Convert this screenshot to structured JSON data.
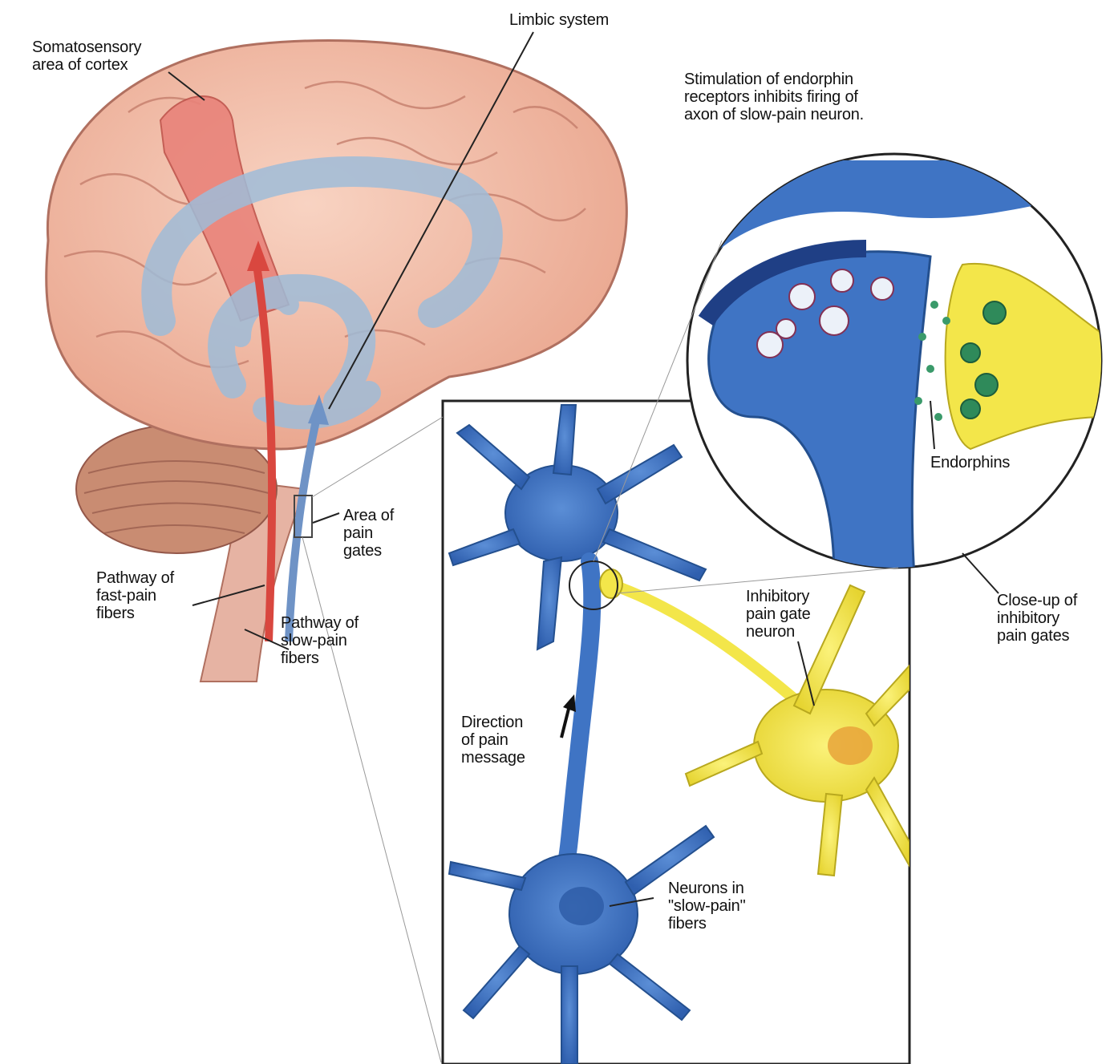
{
  "colors": {
    "brain": "#f0b9a3",
    "brain_outline": "#b07060",
    "cerebellum": "#c98c72",
    "limbic": "#9fbcd8",
    "somatosensory": "#e9837a",
    "fast_pathway": "#d9473f",
    "slow_pathway": "#6f93c6",
    "neuron_blue": "#3f74c4",
    "neuron_yellow": "#f3e64a",
    "endorphin": "#3a9a6a"
  },
  "labels": {
    "limbic_system": "Limbic system",
    "somatosensory": "Somatosensory\narea of cortex",
    "stimulation": "Stimulation of endorphin\nreceptors inhibits firing of\naxon of slow-pain neuron.",
    "endorphins": "Endorphins",
    "area_of_pain_gates": "Area of\npain\ngates",
    "pathway_fast": "Pathway of\nfast-pain\nfibers",
    "pathway_slow": "Pathway of\nslow-pain\nfibers",
    "inhibitory_neuron": "Inhibitory\npain gate\nneuron",
    "close_up": "Close-up of\ninhibitory\npain gates",
    "direction": "Direction\nof pain\nmessage",
    "neurons_slow": "Neurons in\n\"slow-pain\"\nfibers"
  }
}
